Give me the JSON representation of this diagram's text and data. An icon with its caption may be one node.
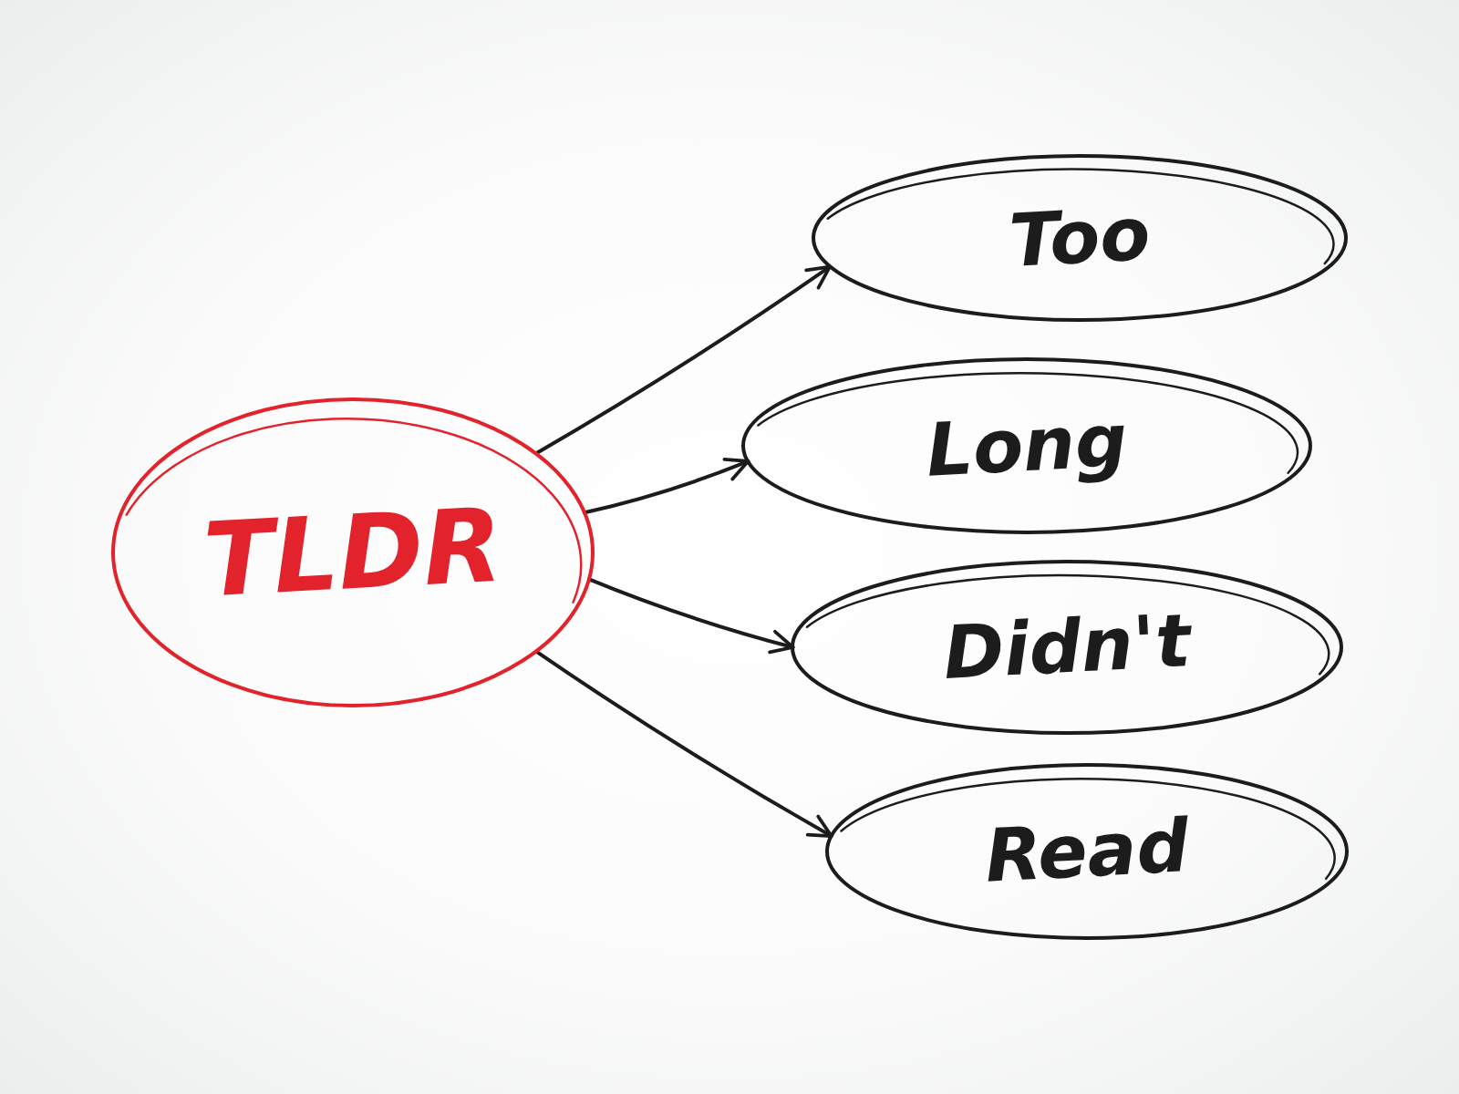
{
  "diagram": {
    "nodes": [
      {
        "text": [
          "TLDR"
        ]
      },
      {
        "text": [
          "Too"
        ]
      },
      {
        "text": [
          "Long"
        ]
      },
      {
        "text": [
          "Didn't"
        ]
      },
      {
        "text": [
          "Read"
        ]
      }
    ],
    "edges": [
      {
        "from": 0,
        "to": 1,
        "arrow": "to"
      },
      {
        "from": 0,
        "to": 2,
        "arrow": "to"
      },
      {
        "from": 0,
        "to": 3,
        "arrow": "to"
      },
      {
        "from": 0,
        "to": 4,
        "arrow": "to"
      }
    ]
  }
}
